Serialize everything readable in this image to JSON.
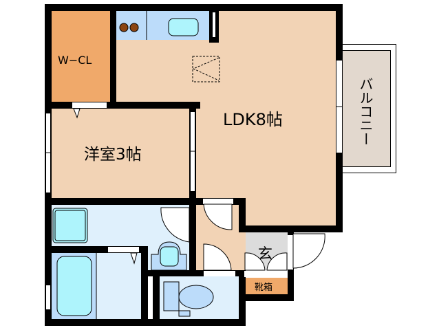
{
  "plan": {
    "rooms": {
      "ldk": {
        "label": "LDK8帖",
        "color": "#f2d3b5"
      },
      "western_room": {
        "label": "洋室3帖",
        "color": "#f2d3b5"
      },
      "walk_in_closet": {
        "label": "W−CL",
        "color": "#f0a96a"
      },
      "balcony": {
        "label": "バルコニー",
        "color": "#e2d8ce"
      },
      "entrance": {
        "label": "玄",
        "color": "#dcdcdc"
      },
      "shoe_box": {
        "label": "靴箱",
        "color": "#f0a96a"
      },
      "washroom": {
        "color": "#dff0fc"
      },
      "bathroom": {
        "color": "#dff0fc"
      },
      "toilet": {
        "color": "#dff0fc"
      },
      "hallway": {
        "color": "#f2d3b5"
      }
    },
    "colors": {
      "wall": "#000000",
      "fixture_blue": "#bcdcfa",
      "fixture_cyan": "#aef4fc",
      "stove_burner": "#8b4513"
    }
  }
}
